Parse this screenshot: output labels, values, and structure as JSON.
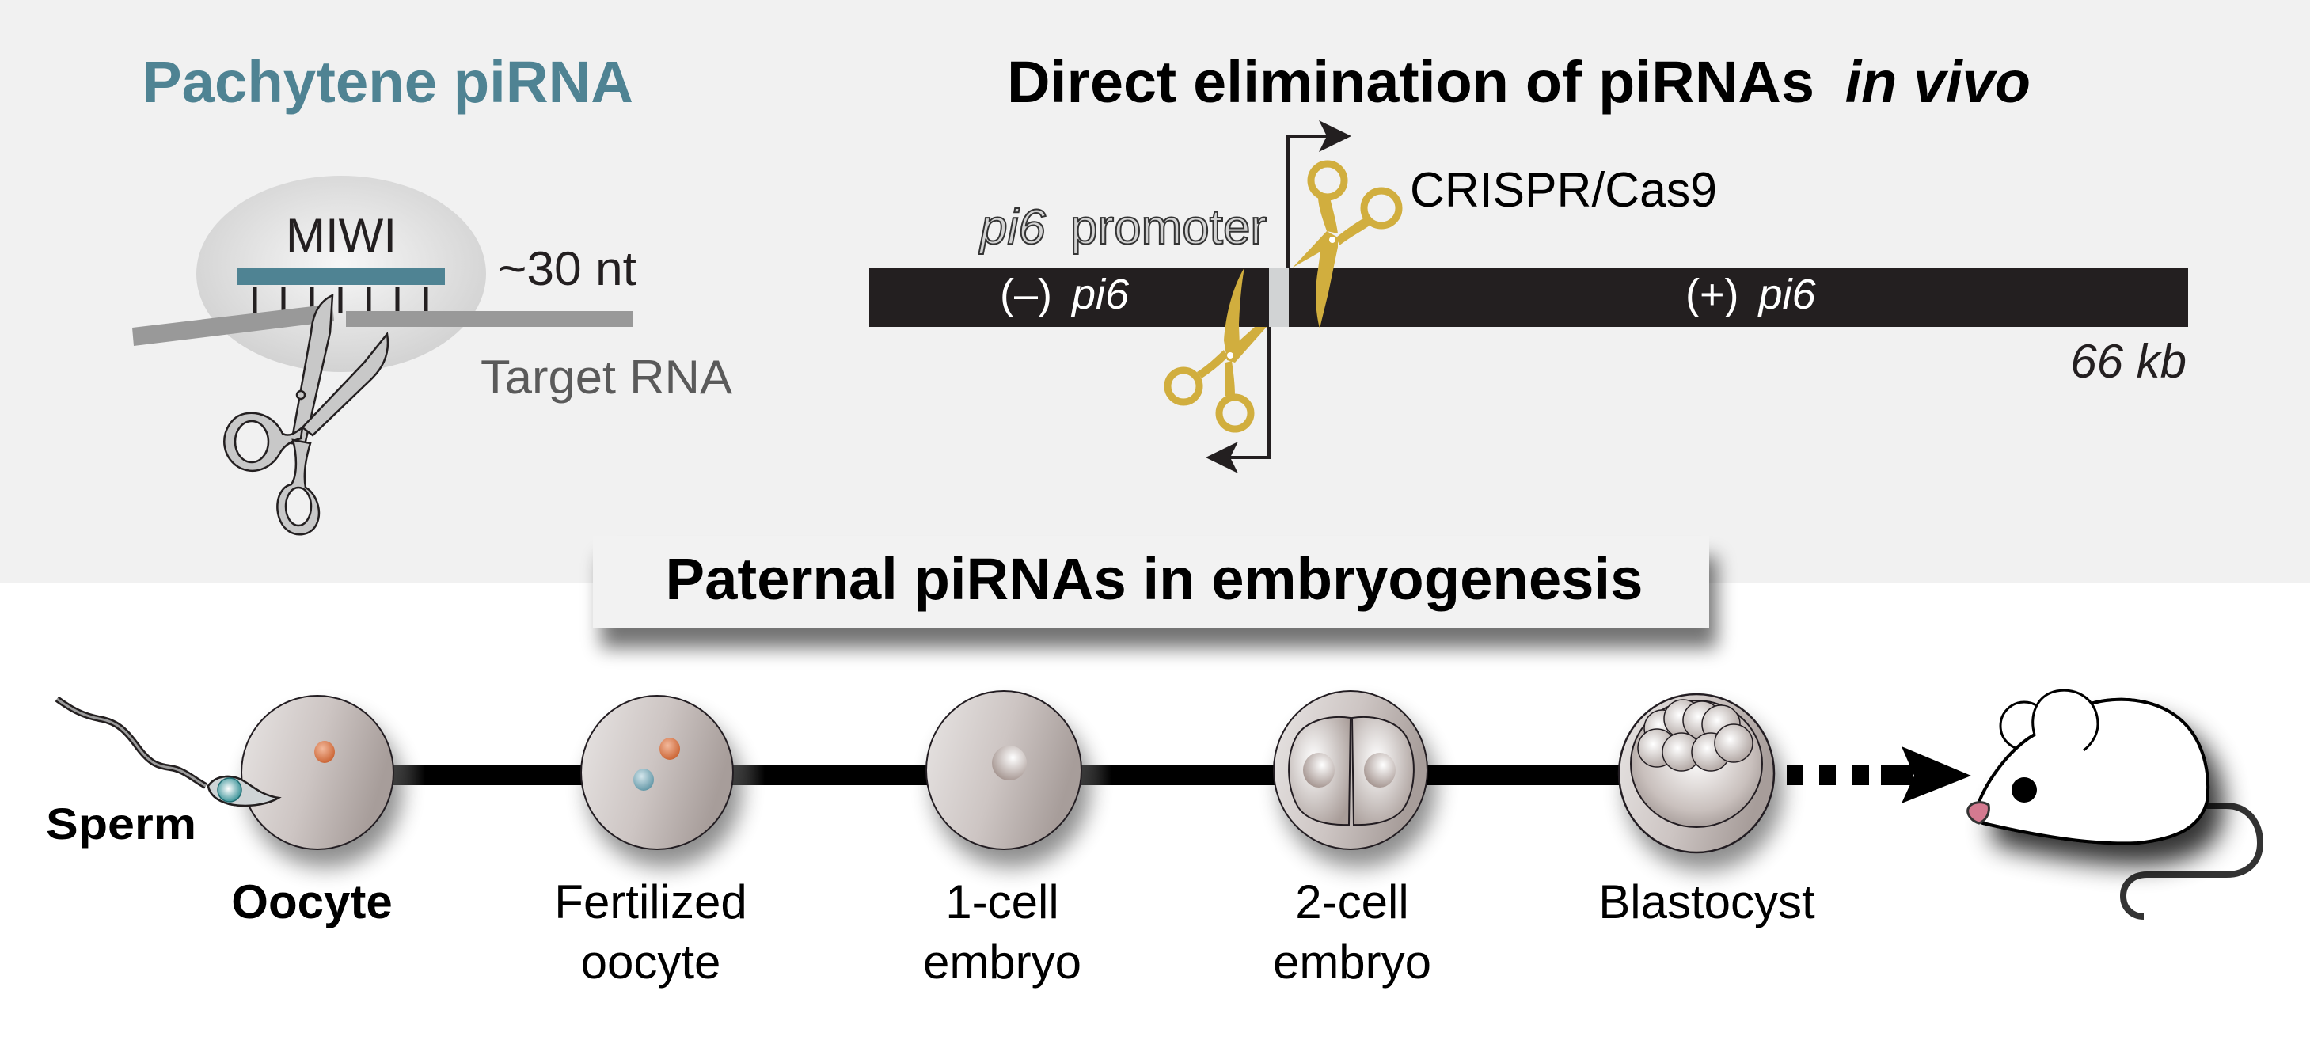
{
  "colors": {
    "top_background": "#f1f1f1",
    "bottom_background": "#ffffff",
    "teal": "#4f8393",
    "gold": "#d1ae3e",
    "genome_bar": "#231f20",
    "promoter_gap": "#d1d3d4",
    "target_rna": "#999999",
    "scissors_gray": "#c8c8c8",
    "nucleus_orange": "#d9754a",
    "nucleus_blue": "#6fa3b2",
    "mouse_nose": "#d47a90"
  },
  "left_panel": {
    "title": "Pachytene piRNA",
    "protein_label": "MIWI",
    "length_label": "~30 nt",
    "target_label": "Target RNA"
  },
  "right_panel": {
    "title_main": "Direct elimination of piRNAs",
    "title_italic": "in vivo",
    "promoter_label_italic": "pi6",
    "promoter_label_rest": "promoter",
    "crispr_label": "CRISPR/Cas9",
    "minus_strand": {
      "prefix": "(–)",
      "gene": "pi6"
    },
    "plus_strand": {
      "prefix": "(+)",
      "gene": "pi6"
    },
    "length_label": "66 kb"
  },
  "bottom_panel": {
    "title": "Paternal piRNAs in embryogenesis",
    "sperm_label": "Sperm",
    "stages": [
      {
        "line1": "Oocyte",
        "line2": "",
        "bold": true
      },
      {
        "line1": "Fertilized",
        "line2": "oocyte",
        "bold": false
      },
      {
        "line1": "1-cell",
        "line2": "embryo",
        "bold": false
      },
      {
        "line1": "2-cell",
        "line2": "embryo",
        "bold": false
      },
      {
        "line1": "Blastocyst",
        "line2": "",
        "bold": false
      }
    ],
    "final_stage": "mouse-icon"
  }
}
